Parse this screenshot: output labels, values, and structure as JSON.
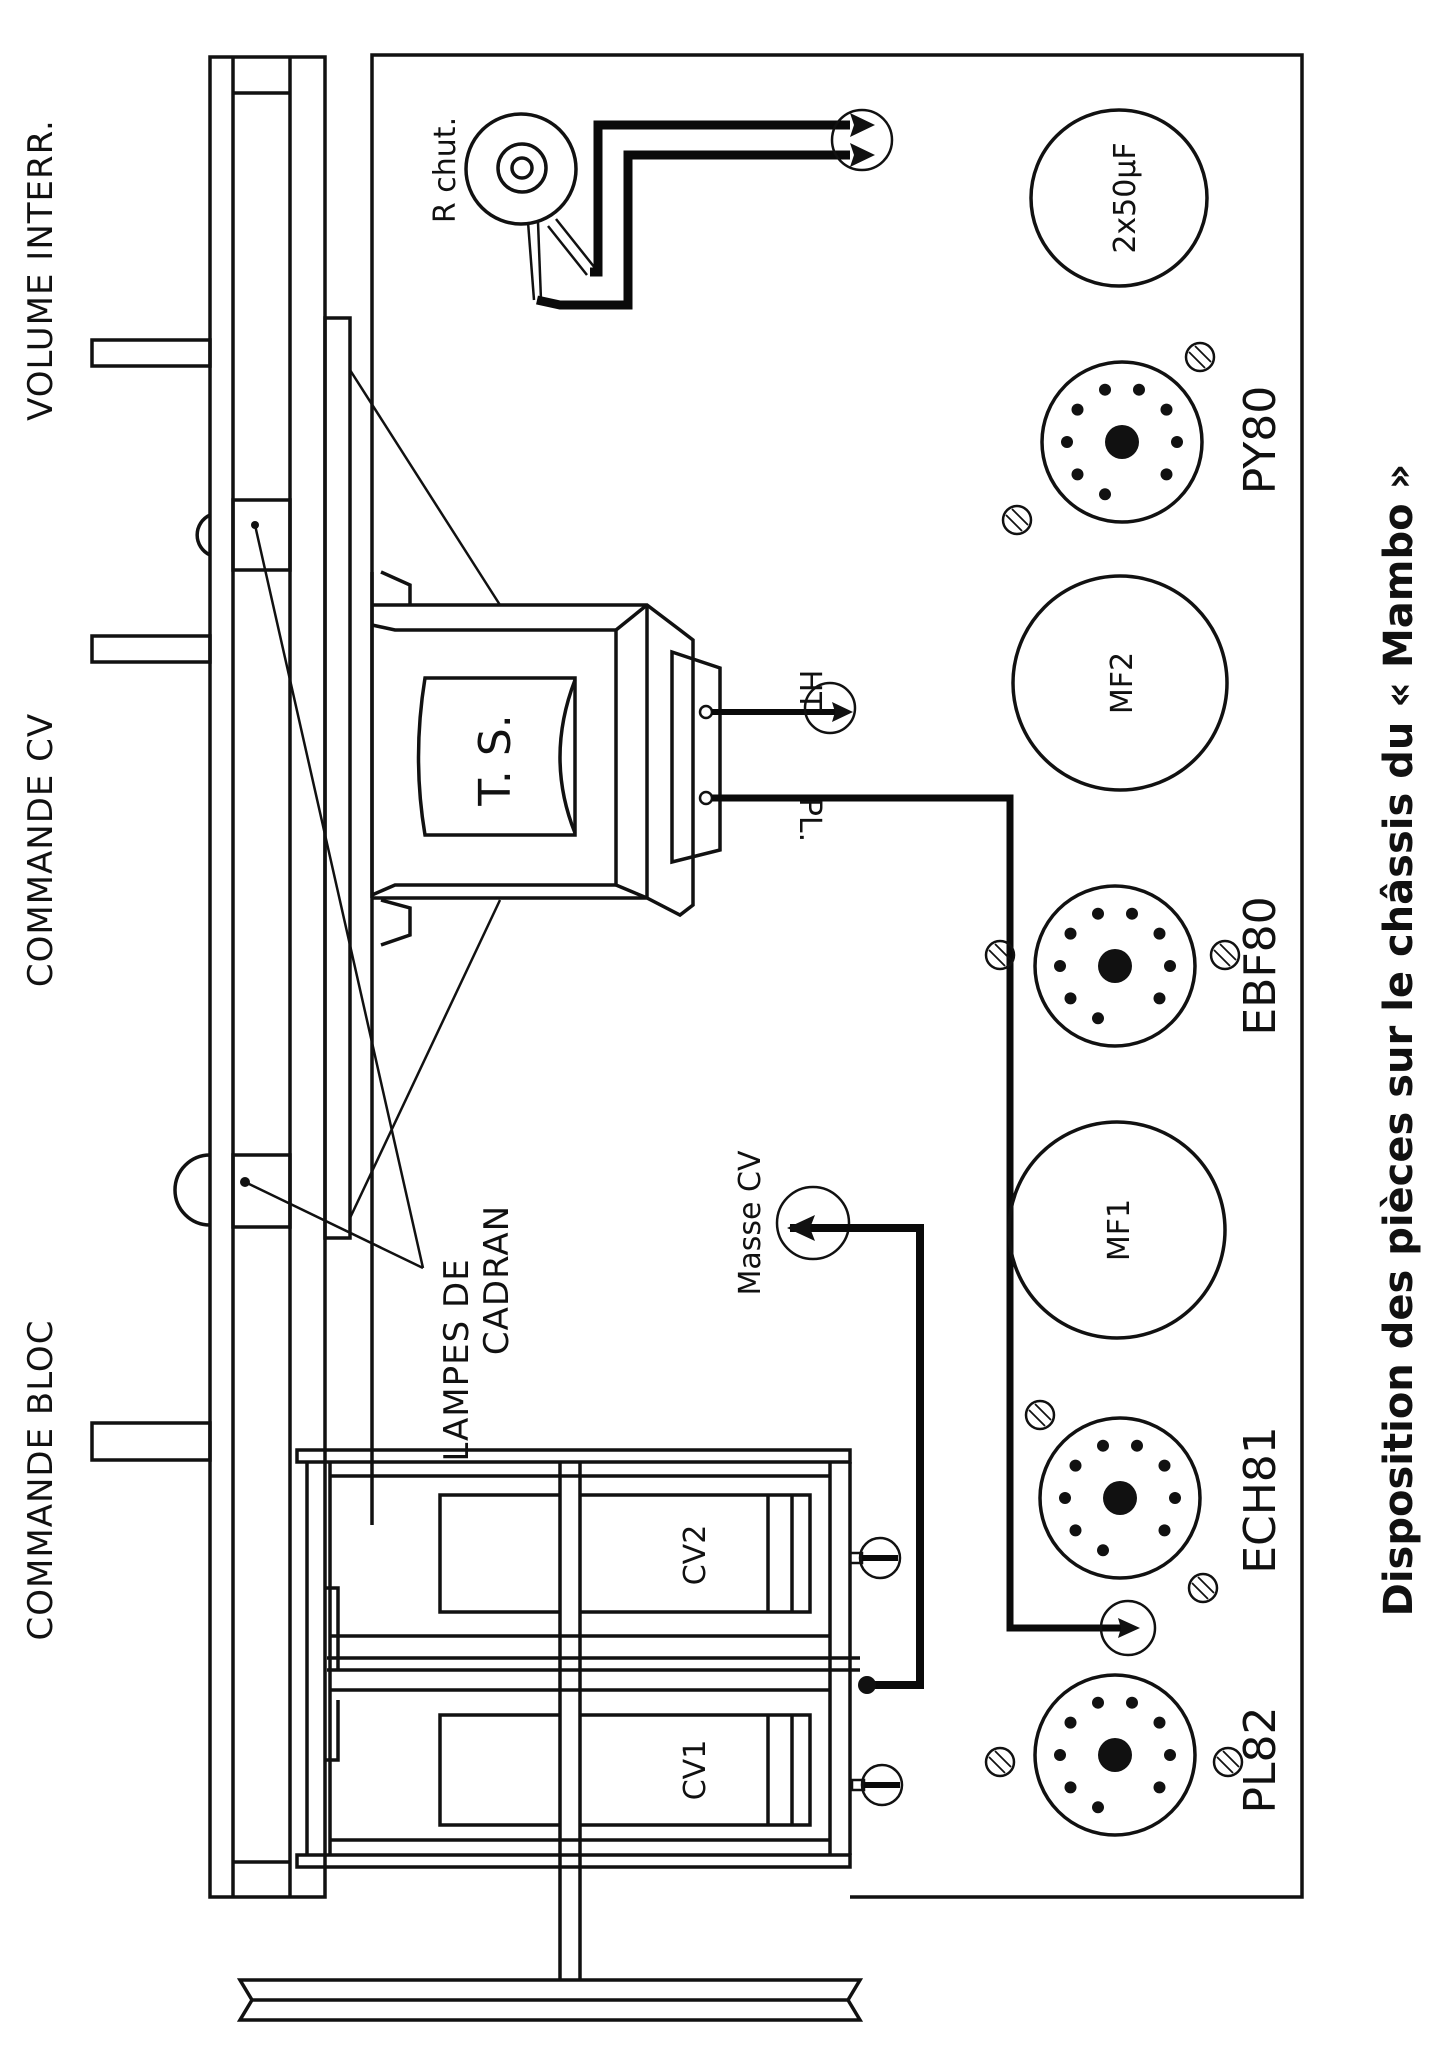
{
  "caption": "Disposition des pièces sur le châssis du « Mambo »",
  "controls": {
    "volume": "VOLUME  INTERR.",
    "commande_cv": "COMMANDE CV",
    "commande_bloc": "COMMANDE  BLOC"
  },
  "lampes_label": {
    "line1": "LAMPES  DE",
    "line2": "CADRAN"
  },
  "resistor_label": "R chut.",
  "capacitor_label": "2x50µF",
  "transformer_label": "T. S.",
  "terminals": {
    "ht": "HT",
    "pl": "PL.",
    "masse_cv": "Masse CV"
  },
  "if_transformers": [
    {
      "label": "MF2"
    },
    {
      "label": "MF1"
    }
  ],
  "tubes": [
    {
      "label": "PY80"
    },
    {
      "label": "EBF80"
    },
    {
      "label": "ECH81"
    },
    {
      "label": "PL82"
    }
  ],
  "variable_capacitors": [
    {
      "label": "CV2"
    },
    {
      "label": "CV1"
    }
  ],
  "colors": {
    "ink": "#111111",
    "paper": "#ffffff"
  }
}
